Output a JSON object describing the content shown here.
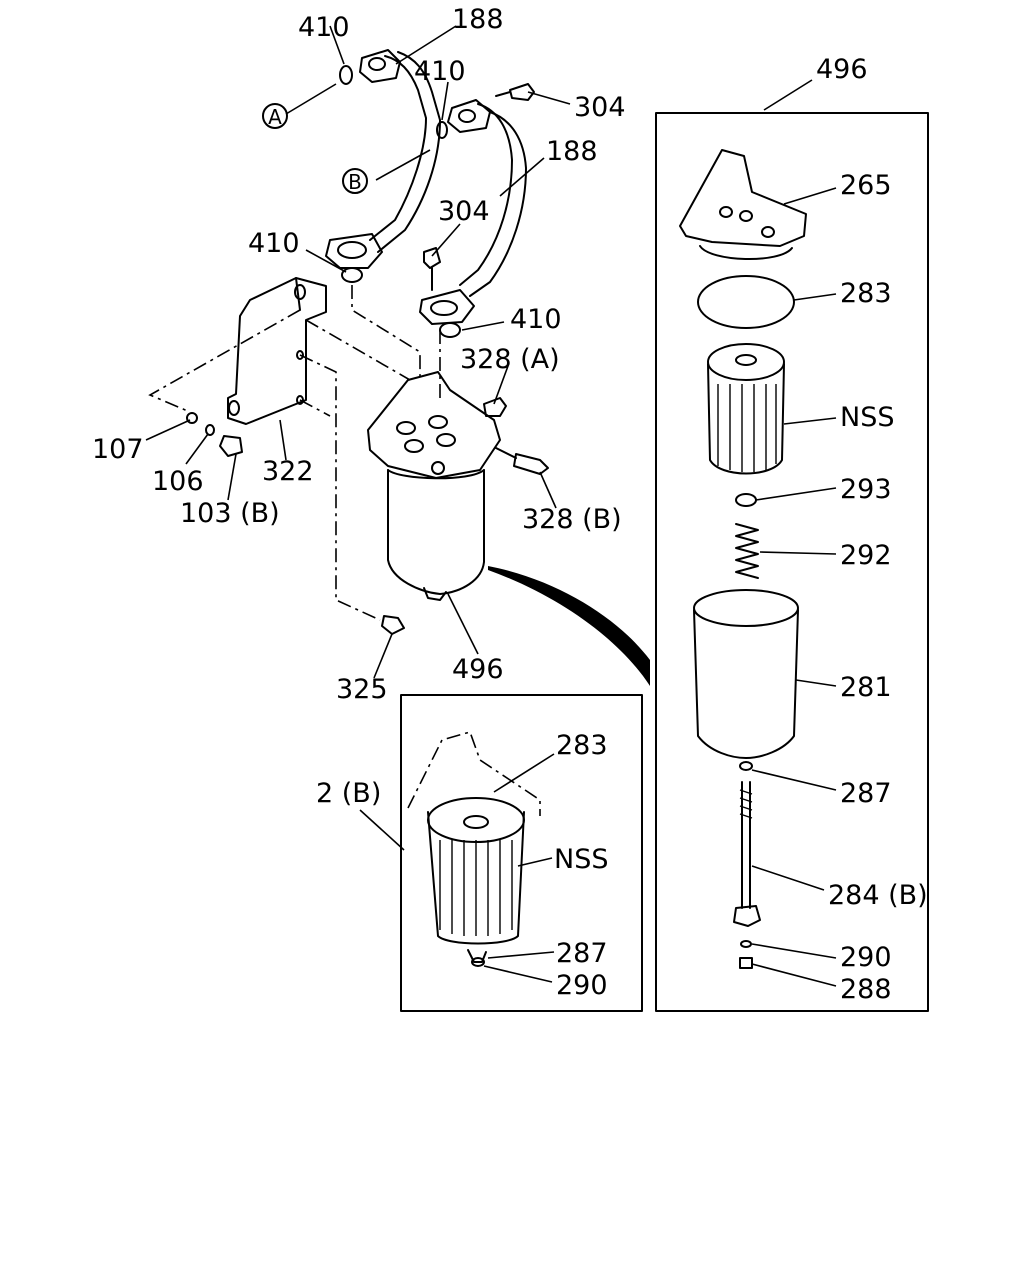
{
  "callouts": {
    "c410_a": "410",
    "c188_a": "188",
    "c410_b": "410",
    "c304_a": "304",
    "c496_top": "496",
    "c188_b": "188",
    "c304_b": "304",
    "c410_c": "410",
    "c410_d": "410",
    "c328a": "328 (A)",
    "c107": "107",
    "c106": "106",
    "c322": "322",
    "c103b": "103 (B)",
    "c328b": "328 (B)",
    "c325": "325",
    "c496_mid": "496",
    "c2b": "2 (B)",
    "c265": "265",
    "c283_r": "283",
    "cnss_r": "NSS",
    "c293": "293",
    "c292": "292",
    "c281": "281",
    "c287_r": "287",
    "c284b": "284 (B)",
    "c290_r": "290",
    "c288": "288",
    "c283_l": "283",
    "cnss_l": "NSS",
    "c287_l": "287",
    "c290_l": "290"
  },
  "markers": {
    "a": "A",
    "b": "B"
  }
}
